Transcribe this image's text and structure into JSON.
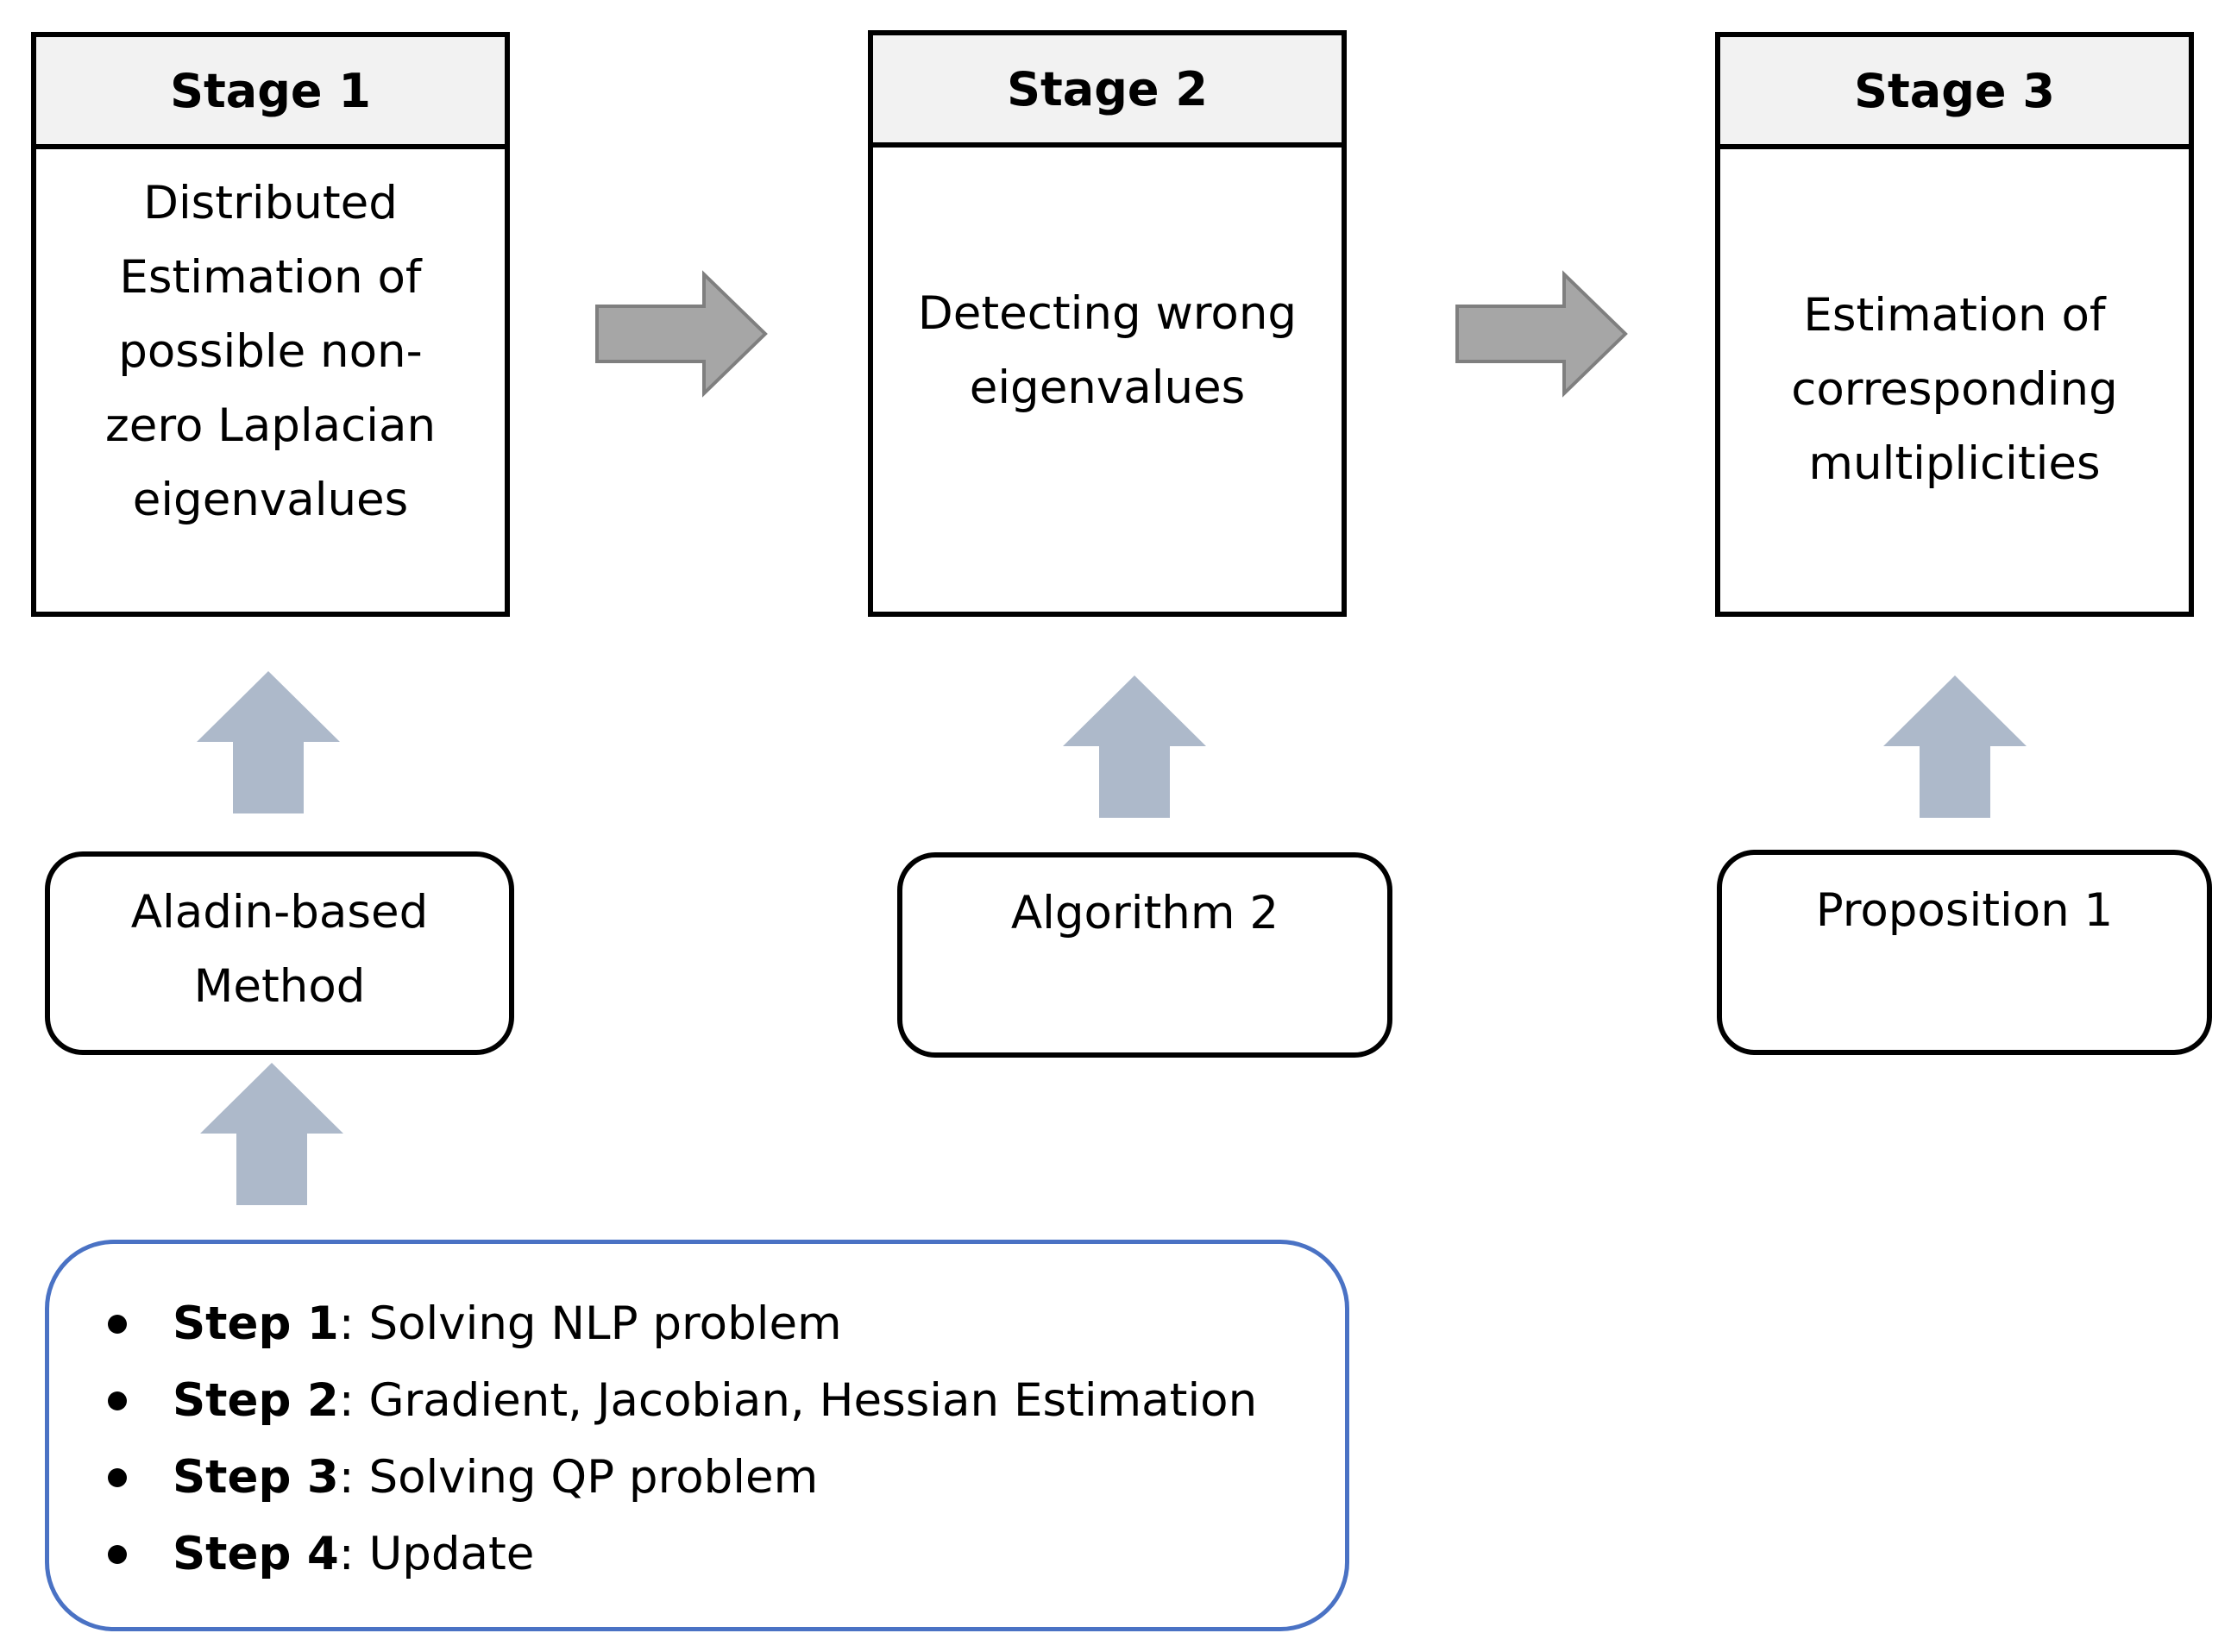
{
  "stages": [
    {
      "title": "Stage 1",
      "lines": [
        "Distributed",
        "Estimation of",
        "possible non-",
        "zero Laplacian",
        "eigenvalues"
      ]
    },
    {
      "title": "Stage 2",
      "lines": [
        "Detecting wrong",
        "eigenvalues"
      ]
    },
    {
      "title": "Stage 3",
      "lines": [
        "Estimation of",
        "corresponding",
        "multiplicities"
      ]
    }
  ],
  "methods": [
    {
      "lines": [
        "Aladin-based",
        "Method"
      ]
    },
    {
      "lines": [
        "Algorithm 2"
      ]
    },
    {
      "lines": [
        "Proposition 1"
      ]
    }
  ],
  "steps": [
    {
      "label": "Step 1",
      "text": ": Solving NLP problem"
    },
    {
      "label": "Step 2",
      "text": ": Gradient, Jacobian, Hessian Estimation"
    },
    {
      "label": "Step 3",
      "text": ": Solving QP problem"
    },
    {
      "label": "Step 4",
      "text": ": Update"
    }
  ],
  "colors": {
    "right_arrow_fill": "#a6a6a6",
    "right_arrow_stroke": "#7f7f7f",
    "up_arrow_fill": "#adb9ca",
    "steps_border": "#4a72c4",
    "stage_header_fill": "#f2f2f2"
  }
}
